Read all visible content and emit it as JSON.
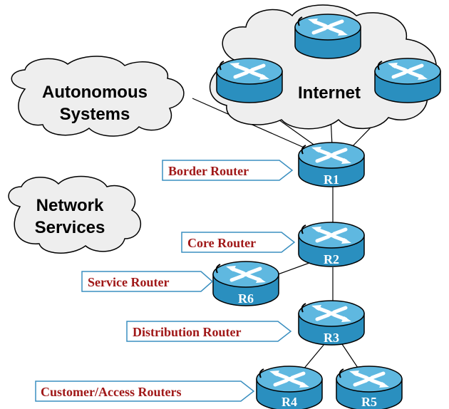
{
  "clouds": {
    "internet": "Internet",
    "autonomous_line1": "Autonomous",
    "autonomous_line2": "Systems",
    "network_line1": "Network",
    "network_line2": "Services"
  },
  "routers": {
    "r1": "R1",
    "r2": "R2",
    "r3": "R3",
    "r4": "R4",
    "r5": "R5",
    "r6": "R6"
  },
  "callouts": {
    "border": "Border Router",
    "core": "Core Router",
    "service": "Service Router",
    "distribution": "Distribution Router",
    "customer": "Customer/Access Routers"
  },
  "colors": {
    "router_side": "#2a8fbf",
    "router_top": "#5fb8e0",
    "callout_text": "#a01818",
    "callout_border": "#3a8fc0",
    "cloud_fill": "#eeeeee"
  }
}
